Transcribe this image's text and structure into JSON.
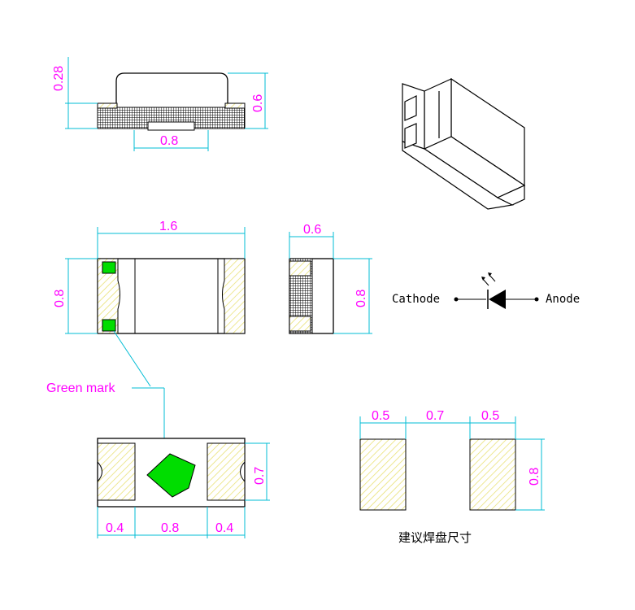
{
  "dimensions": {
    "side_height_small": "0.28",
    "side_height": "0.6",
    "side_width": "0.8",
    "top_length": "1.6",
    "top_height": "0.8",
    "end_width": "0.6",
    "end_height": "0.8",
    "bottom_pad": "0.4",
    "bottom_center": "0.8",
    "bottom_pad_right": "0.4",
    "bottom_height": "0.7",
    "pad_width_left": "0.5",
    "pad_gap": "0.7",
    "pad_width_right": "0.5",
    "pad_height": "0.8"
  },
  "labels": {
    "cathode": "Cathode",
    "anode": "Anode",
    "green_mark": "Green mark",
    "pad_note": "建议焊盘尺寸"
  },
  "colors": {
    "dimension_text": "#ff00ff",
    "dimension_line": "#00bcd4",
    "mark_green": "#00dd00",
    "hatch_yellow": "#e8e070",
    "outline": "#000000"
  }
}
